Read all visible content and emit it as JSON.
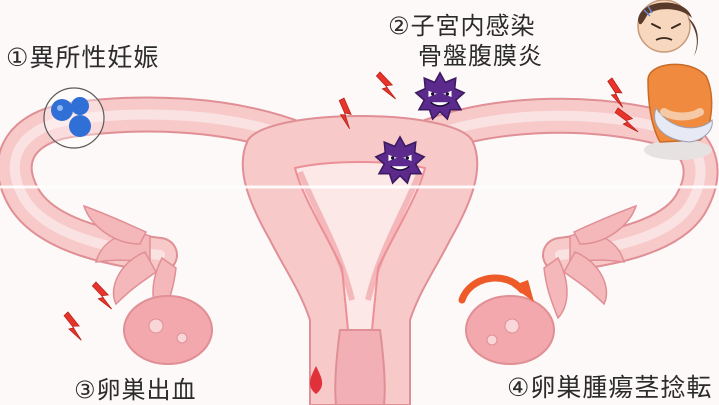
{
  "labels": {
    "ectopic_pregnancy": "①異所性妊娠",
    "uterine_infection_line1": "②子宮内感染",
    "uterine_infection_line2": "骨盤腹膜炎",
    "ovarian_hemorrhage": "③卵巣出血",
    "ovarian_torsion": "④卵巣腫瘍茎捻転"
  },
  "colors": {
    "organ_fill": "#f7c9c9",
    "organ_inner": "#fbe2e2",
    "organ_outline": "#e08f95",
    "deep_pink": "#ec8f96",
    "germ": "#5b2a8c",
    "lightning": "#e8342b",
    "egg": "#2f6fd6",
    "arrow": "#ee5a28",
    "blood": "#e0303a"
  },
  "icons": [
    "germ-icon",
    "lightning-icon",
    "egg-icon",
    "rotation-arrow-icon",
    "blood-drop-icon",
    "woman-in-pain-icon"
  ]
}
